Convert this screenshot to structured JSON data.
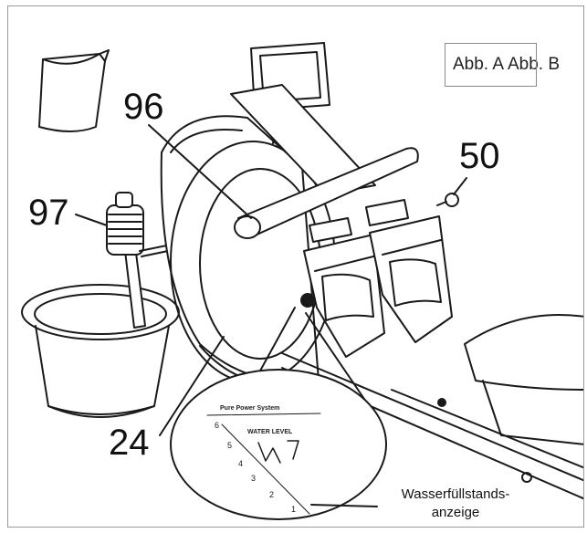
{
  "figure_tabs": [
    "Abb. A",
    "Abb. B"
  ],
  "callouts": {
    "part_96": "96",
    "part_97": "97",
    "part_50": "50",
    "part_24": "24"
  },
  "water_label": {
    "line1": "Wasserfüllstands-",
    "line2": "anzeige"
  },
  "gauge": {
    "brand": "Pure Power System",
    "title": "WATER LEVEL",
    "scale": [
      "6",
      "5",
      "4",
      "3",
      "2",
      "1"
    ]
  }
}
